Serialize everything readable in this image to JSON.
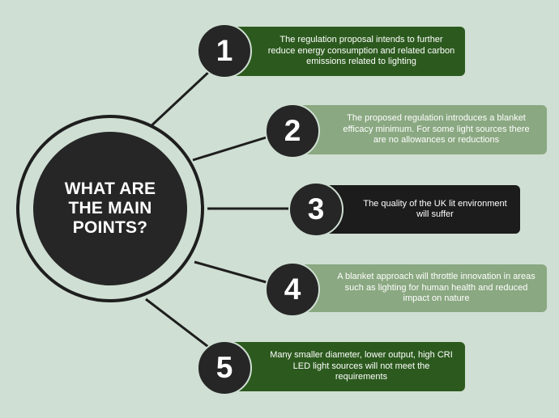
{
  "hub": {
    "title": "WHAT ARE THE MAIN POINTS?"
  },
  "colors": {
    "background": "#cfdfd3",
    "dark": "#262626",
    "dark_green": "#2c5a1e",
    "light_green": "#8aa881",
    "black_box": "#1c1c1c"
  },
  "points": [
    {
      "number": "1",
      "text": "The regulation proposal intends to further reduce energy consumption and related carbon emissions related to lighting",
      "color": "#2c5a1e"
    },
    {
      "number": "2",
      "text": "The proposed regulation introduces a blanket efficacy minimum. For some light sources there are no allowances or reductions",
      "color": "#8aa881"
    },
    {
      "number": "3",
      "text": "The quality of the UK lit environment will suffer",
      "color": "#1c1c1c"
    },
    {
      "number": "4",
      "text": "A blanket approach will throttle innovation in areas such as lighting for human health and reduced impact on nature",
      "color": "#8aa881"
    },
    {
      "number": "5",
      "text": "Many smaller diameter, lower output, high CRI LED light sources will not meet the requirements",
      "color": "#2c5a1e"
    }
  ]
}
